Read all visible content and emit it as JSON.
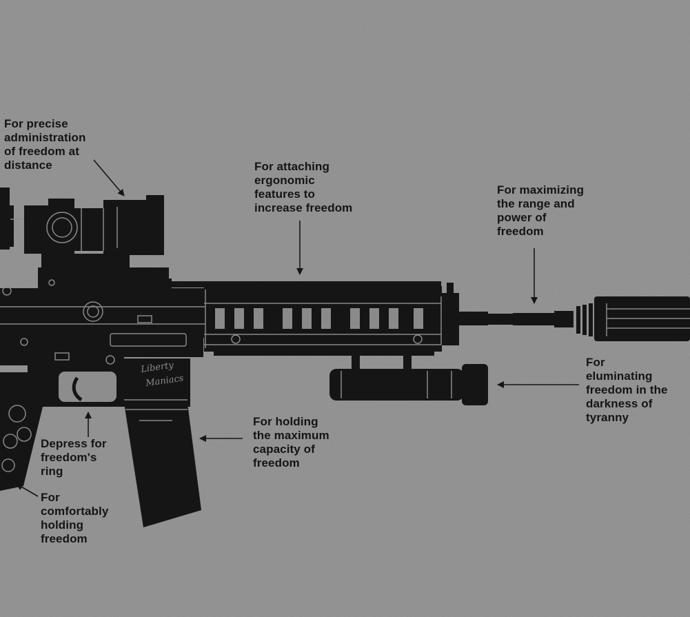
{
  "colors": {
    "background": "#8d8d8d",
    "ink": "#151515",
    "line_detail": "#8a8a8a"
  },
  "logo": {
    "text_line1": "Liberty",
    "text_line2": "Maniacs"
  },
  "annotations": [
    {
      "id": "scope",
      "text": "For precise\nadministration\nof freedom at\ndistance"
    },
    {
      "id": "rail",
      "text": "For attaching\nergonomic\nfeatures to\nincrease freedom"
    },
    {
      "id": "muzzle",
      "text": "For maximizing\nthe range and\npower of\nfreedom"
    },
    {
      "id": "flashlight",
      "text": "For\neluminating\nfreedom in the\ndarkness of\ntyranny"
    },
    {
      "id": "magazine",
      "text": "For holding\nthe maximum\ncapacity of\nfreedom"
    },
    {
      "id": "trigger",
      "text": "Depress for\nfreedom's\nring"
    },
    {
      "id": "grip",
      "text": "For\ncomfortably\nholding\nfreedom"
    }
  ]
}
